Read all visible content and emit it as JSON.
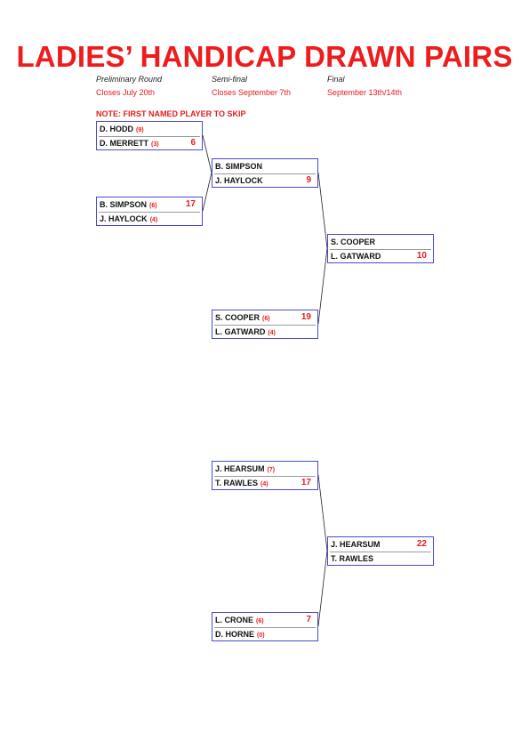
{
  "title": "LADIES’ HANDICAP DRAWN PAIRS",
  "rounds": [
    {
      "name": "Preliminary Round",
      "date": "Closes July 20th"
    },
    {
      "name": "Semi-final",
      "date": "Closes September 7th"
    },
    {
      "name": "Final",
      "date": "September 13th/14th"
    }
  ],
  "note": "NOTE: FIRST NAMED PLAYER TO SKIP",
  "matches": [
    {
      "round": "preliminary",
      "p1": "D. HODD",
      "h1": "(9)",
      "s1": "",
      "p2": "D. MERRETT",
      "h2": "(3)",
      "s2": "6"
    },
    {
      "round": "preliminary",
      "p1": "B. SIMPSON",
      "h1": "(6)",
      "s1": "17",
      "p2": "J. HAYLOCK",
      "h2": "(4)",
      "s2": ""
    },
    {
      "round": "semi-final",
      "p1": "B. SIMPSON",
      "h1": "",
      "s1": "",
      "p2": "J. HAYLOCK",
      "h2": "",
      "s2": "9"
    },
    {
      "round": "semi-final",
      "p1": "S. COOPER",
      "h1": "(6)",
      "s1": "19",
      "p2": "L. GATWARD",
      "h2": "(4)",
      "s2": ""
    },
    {
      "round": "final",
      "p1": "S. COOPER",
      "h1": "",
      "s1": "",
      "p2": "L. GATWARD",
      "h2": "",
      "s2": "10"
    },
    {
      "round": "semi-final",
      "p1": "J. HEARSUM",
      "h1": "(7)",
      "s1": "",
      "p2": "T. RAWLES",
      "h2": "(4)",
      "s2": "17"
    },
    {
      "round": "semi-final",
      "p1": "L. CRONE",
      "h1": "(6)",
      "s1": "7",
      "p2": "D. HORNE",
      "h2": "(0)",
      "s2": ""
    },
    {
      "round": "final",
      "p1": "J. HEARSUM",
      "h1": "",
      "s1": "22",
      "p2": "T. RAWLES",
      "h2": "",
      "s2": ""
    }
  ],
  "colors": {
    "accent": "#ee1c1c",
    "box_border": "#4a4ad0",
    "connector": "#222222"
  }
}
